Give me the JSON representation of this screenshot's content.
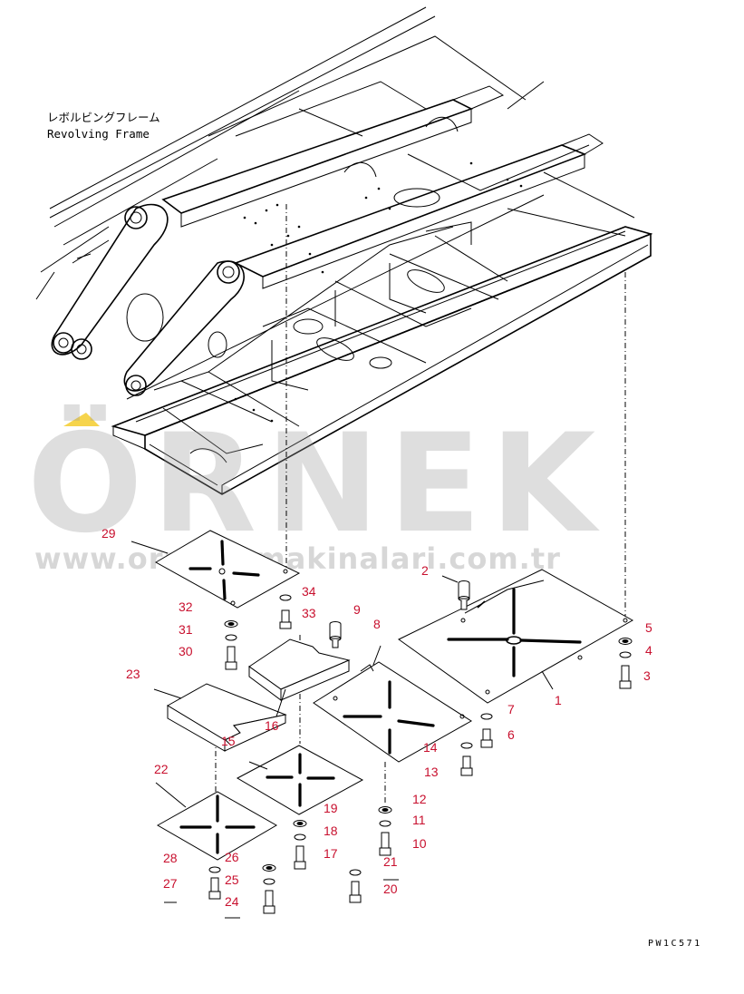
{
  "title": {
    "jp": "レボルビングフレーム",
    "en": "Revolving Frame"
  },
  "drawing_code": "PW1C571",
  "watermark": {
    "brand": "ÖRNEK",
    "url": "www.ornekismakinalari.com.tr",
    "accent_color": "#f2c200"
  },
  "label_color": "#c8102e",
  "part_numbers": [
    "1",
    "2",
    "3",
    "4",
    "5",
    "6",
    "7",
    "8",
    "9",
    "10",
    "11",
    "12",
    "13",
    "14",
    "15",
    "16",
    "17",
    "18",
    "19",
    "20",
    "21",
    "22",
    "23",
    "24",
    "25",
    "26",
    "27",
    "28",
    "29",
    "30",
    "31",
    "32",
    "33",
    "34"
  ]
}
